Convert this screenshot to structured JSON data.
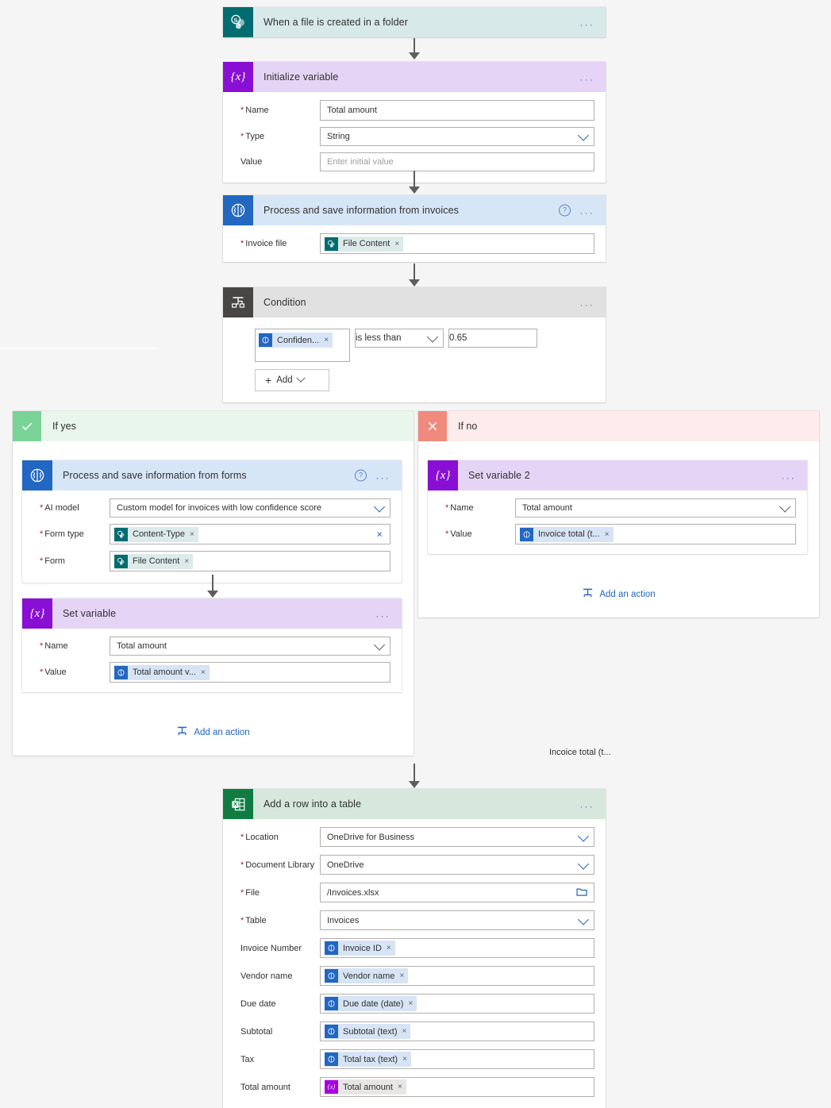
{
  "flow": {
    "trigger": {
      "title": "When a file is created in a folder",
      "icon": "sharepoint-icon",
      "menu": "..."
    },
    "init_variable": {
      "title": "Initialize variable",
      "icon": "variable-icon",
      "menu": "...",
      "fields": [
        {
          "label": "Name",
          "required": true,
          "type": "text",
          "value": "Total amount"
        },
        {
          "label": "Type",
          "required": true,
          "type": "dropdown",
          "value": "String"
        },
        {
          "label": "Value",
          "required": false,
          "type": "text",
          "value": "",
          "placeholder": "Enter initial value"
        }
      ]
    },
    "process_invoices": {
      "title": "Process and save information from invoices",
      "icon": "ai-builder-icon",
      "help": "?",
      "menu": "...",
      "fields": [
        {
          "label": "Invoice file",
          "required": true,
          "type": "token",
          "token": {
            "label": "File Content",
            "source": "sharepoint",
            "remove": "×"
          }
        }
      ]
    },
    "condition": {
      "title": "Condition",
      "icon": "condition-icon",
      "menu": "...",
      "left_token": {
        "label": "Confiden...",
        "source": "ai",
        "remove": "×"
      },
      "operator": "is less than",
      "value": "0.65",
      "add_button": "Add"
    },
    "if_yes": {
      "title": "If yes",
      "icon": "check-icon",
      "add_action": "Add an action",
      "process_forms": {
        "title": "Process and save information from  forms",
        "icon": "ai-builder-icon",
        "help": "?",
        "menu": "...",
        "fields": [
          {
            "label": "AI model",
            "required": true,
            "type": "dropdown",
            "value": "Custom model for invoices with low confidence score"
          },
          {
            "label": "Form type",
            "required": true,
            "type": "token-clear",
            "token": {
              "label": "Content-Type",
              "source": "sharepoint",
              "remove": "×"
            },
            "clear": "×"
          },
          {
            "label": "Form",
            "required": true,
            "type": "token",
            "token": {
              "label": "File Content",
              "source": "sharepoint",
              "remove": "×"
            }
          }
        ]
      },
      "set_variable": {
        "title": "Set variable",
        "icon": "variable-icon",
        "menu": "...",
        "fields": [
          {
            "label": "Name",
            "required": true,
            "type": "dropdown",
            "value": "Total amount"
          },
          {
            "label": "Value",
            "required": true,
            "type": "token",
            "token": {
              "label": "Total amount v...",
              "source": "ai",
              "remove": "×"
            }
          }
        ]
      }
    },
    "if_no": {
      "title": "If no",
      "icon": "cross-icon",
      "add_action": "Add an action",
      "set_variable_2": {
        "title": "Set variable 2",
        "icon": "variable-icon",
        "menu": "...",
        "fields": [
          {
            "label": "Name",
            "required": true,
            "type": "dropdown",
            "value": "Total amount"
          },
          {
            "label": "Value",
            "required": true,
            "type": "token",
            "token": {
              "label": "Invoice total (t...",
              "source": "ai",
              "remove": "×"
            }
          }
        ]
      }
    },
    "stray_label": "Incoice total (t...",
    "add_row": {
      "title": "Add a row into a table",
      "icon": "excel-icon",
      "menu": "...",
      "fields": [
        {
          "label": "Location",
          "required": true,
          "type": "dropdown",
          "value": "OneDrive for Business"
        },
        {
          "label": "Document Library",
          "required": true,
          "type": "dropdown",
          "value": "OneDrive"
        },
        {
          "label": "File",
          "required": true,
          "type": "file",
          "value": "/Invoices.xlsx"
        },
        {
          "label": "Table",
          "required": true,
          "type": "dropdown",
          "value": "Invoices"
        },
        {
          "label": "Invoice Number",
          "required": false,
          "type": "token",
          "token": {
            "label": "Invoice ID",
            "source": "ai",
            "remove": "×"
          }
        },
        {
          "label": "Vendor name",
          "required": false,
          "type": "token",
          "token": {
            "label": "Vendor name",
            "source": "ai",
            "remove": "×"
          }
        },
        {
          "label": "Due date",
          "required": false,
          "type": "token",
          "token": {
            "label": "Due date (date)",
            "source": "ai",
            "remove": "×"
          }
        },
        {
          "label": "Subtotal",
          "required": false,
          "type": "token",
          "token": {
            "label": "Subtotal (text)",
            "source": "ai",
            "remove": "×"
          }
        },
        {
          "label": "Tax",
          "required": false,
          "type": "token",
          "token": {
            "label": "Total tax (text)",
            "source": "ai",
            "remove": "×"
          }
        },
        {
          "label": "Total amount",
          "required": false,
          "type": "token",
          "token": {
            "label": "Total amount",
            "source": "variable",
            "remove": "×"
          }
        }
      ]
    }
  },
  "colors": {
    "canvas": "#f5f5f5",
    "sharepoint": "#036c70",
    "variable": "#8a0fd4",
    "ai_builder": "#2267c1",
    "condition": "#484644",
    "excel": "#107c41",
    "link": "#2266c2",
    "required": "#a4262c",
    "yes": "#7ad396",
    "no": "#f08a7d"
  }
}
